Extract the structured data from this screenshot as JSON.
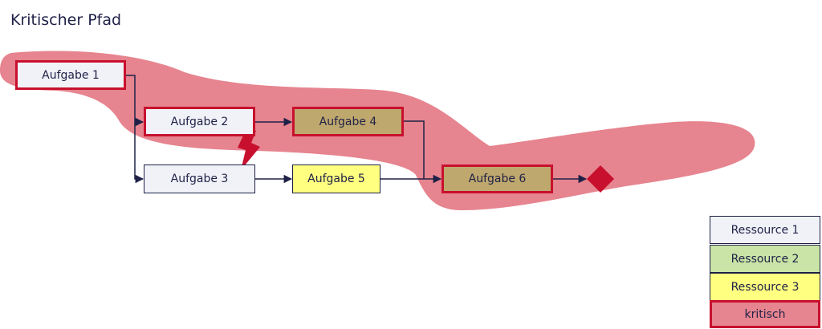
{
  "title": "Kritischer Pfad",
  "tasks": {
    "t1": {
      "label": "Aufgabe 1",
      "color": "#f1f2f8"
    },
    "t2": {
      "label": "Aufgabe 2",
      "color": "#f1f2f8"
    },
    "t3": {
      "label": "Aufgabe 3",
      "color": "#f1f2f8"
    },
    "t4": {
      "label": "Aufgabe 4",
      "color": "#bfa86d"
    },
    "t5": {
      "label": "Aufgabe 5",
      "color": "#ffff80"
    },
    "t6": {
      "label": "Aufgabe 6",
      "color": "#bfa86d"
    }
  },
  "legend": [
    {
      "label": "Ressource 1",
      "color": "#f1f2f8"
    },
    {
      "label": "Ressource 2",
      "color": "#c9e4a6"
    },
    {
      "label": "Ressource 3",
      "color": "#ffff80"
    },
    {
      "label": "kritisch",
      "color": "#e6848f"
    }
  ],
  "colors": {
    "critical_border": "#c8102e",
    "critical_highlight": "#e6848f",
    "arrow": "#1f2147",
    "milestone": "#c8102e",
    "conflict": "#c8102e"
  },
  "icons": {
    "milestone": "diamond-icon",
    "conflict": "lightning-icon"
  }
}
